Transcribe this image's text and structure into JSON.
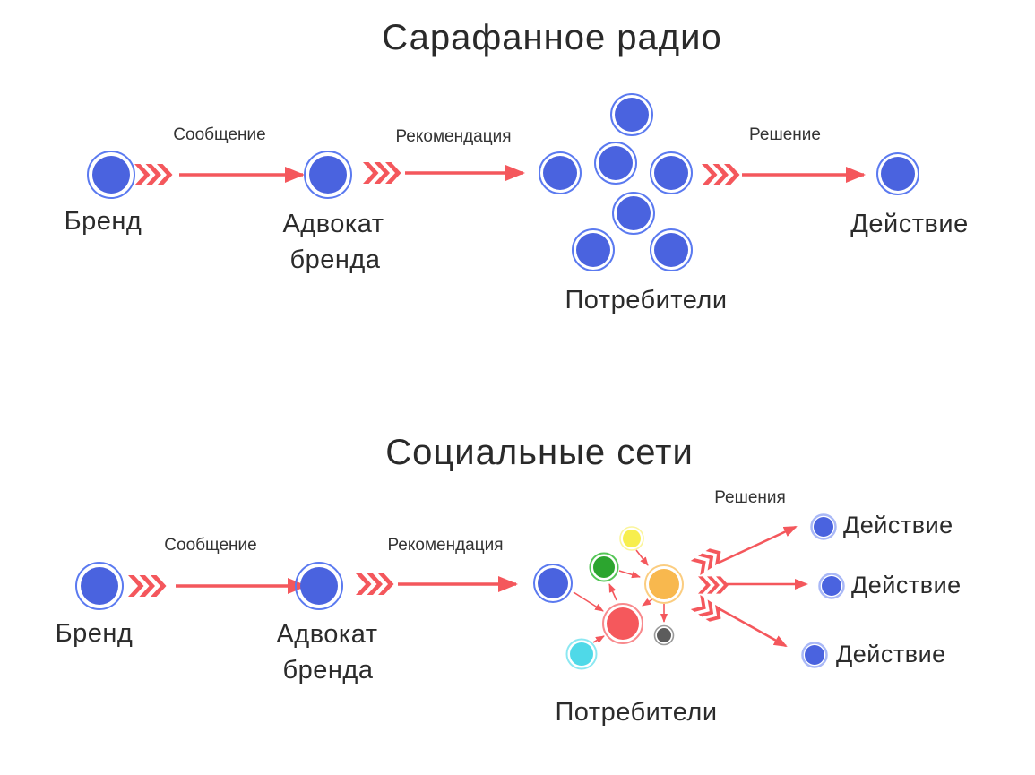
{
  "palette": {
    "arrow_red": "#f4575c",
    "text": "#2b2b2b",
    "node_blue": "#4a63df",
    "node_blue_ring": "#5b7af0",
    "action_node_ring": "#a9b8f7",
    "node_yellow": "#f7ee4d",
    "node_yellow_ring": "#fbf59c",
    "node_green": "#2ca52f",
    "node_green_ring": "#55c657",
    "node_orange": "#f8b84e",
    "node_orange_ring": "#fbcd80",
    "node_red": "#f5585c",
    "node_red_ring": "#f88a8d",
    "node_cyan": "#4fd9e8",
    "node_cyan_ring": "#8ce8f2",
    "node_gray": "#5c5c5c",
    "node_gray_ring": "#999999"
  },
  "word_of_mouth": {
    "title": "Сарафанное радио",
    "brand_label": "Бренд",
    "advocate_label_line1": "Адвокат",
    "advocate_label_line2": "бренда",
    "consumers_label": "Потребители",
    "action_label": "Действие",
    "message_label": "Сообщение",
    "recommendation_label": "Рекомендация",
    "decision_label": "Решение"
  },
  "social_networks": {
    "title": "Социальные сети",
    "brand_label": "Бренд",
    "advocate_label_line1": "Адвокат",
    "advocate_label_line2": "бренда",
    "consumers_label": "Потребители",
    "message_label": "Сообщение",
    "recommendation_label": "Рекомендация",
    "decisions_label": "Решения",
    "action_labels": [
      "Действие",
      "Действие",
      "Действие"
    ]
  }
}
